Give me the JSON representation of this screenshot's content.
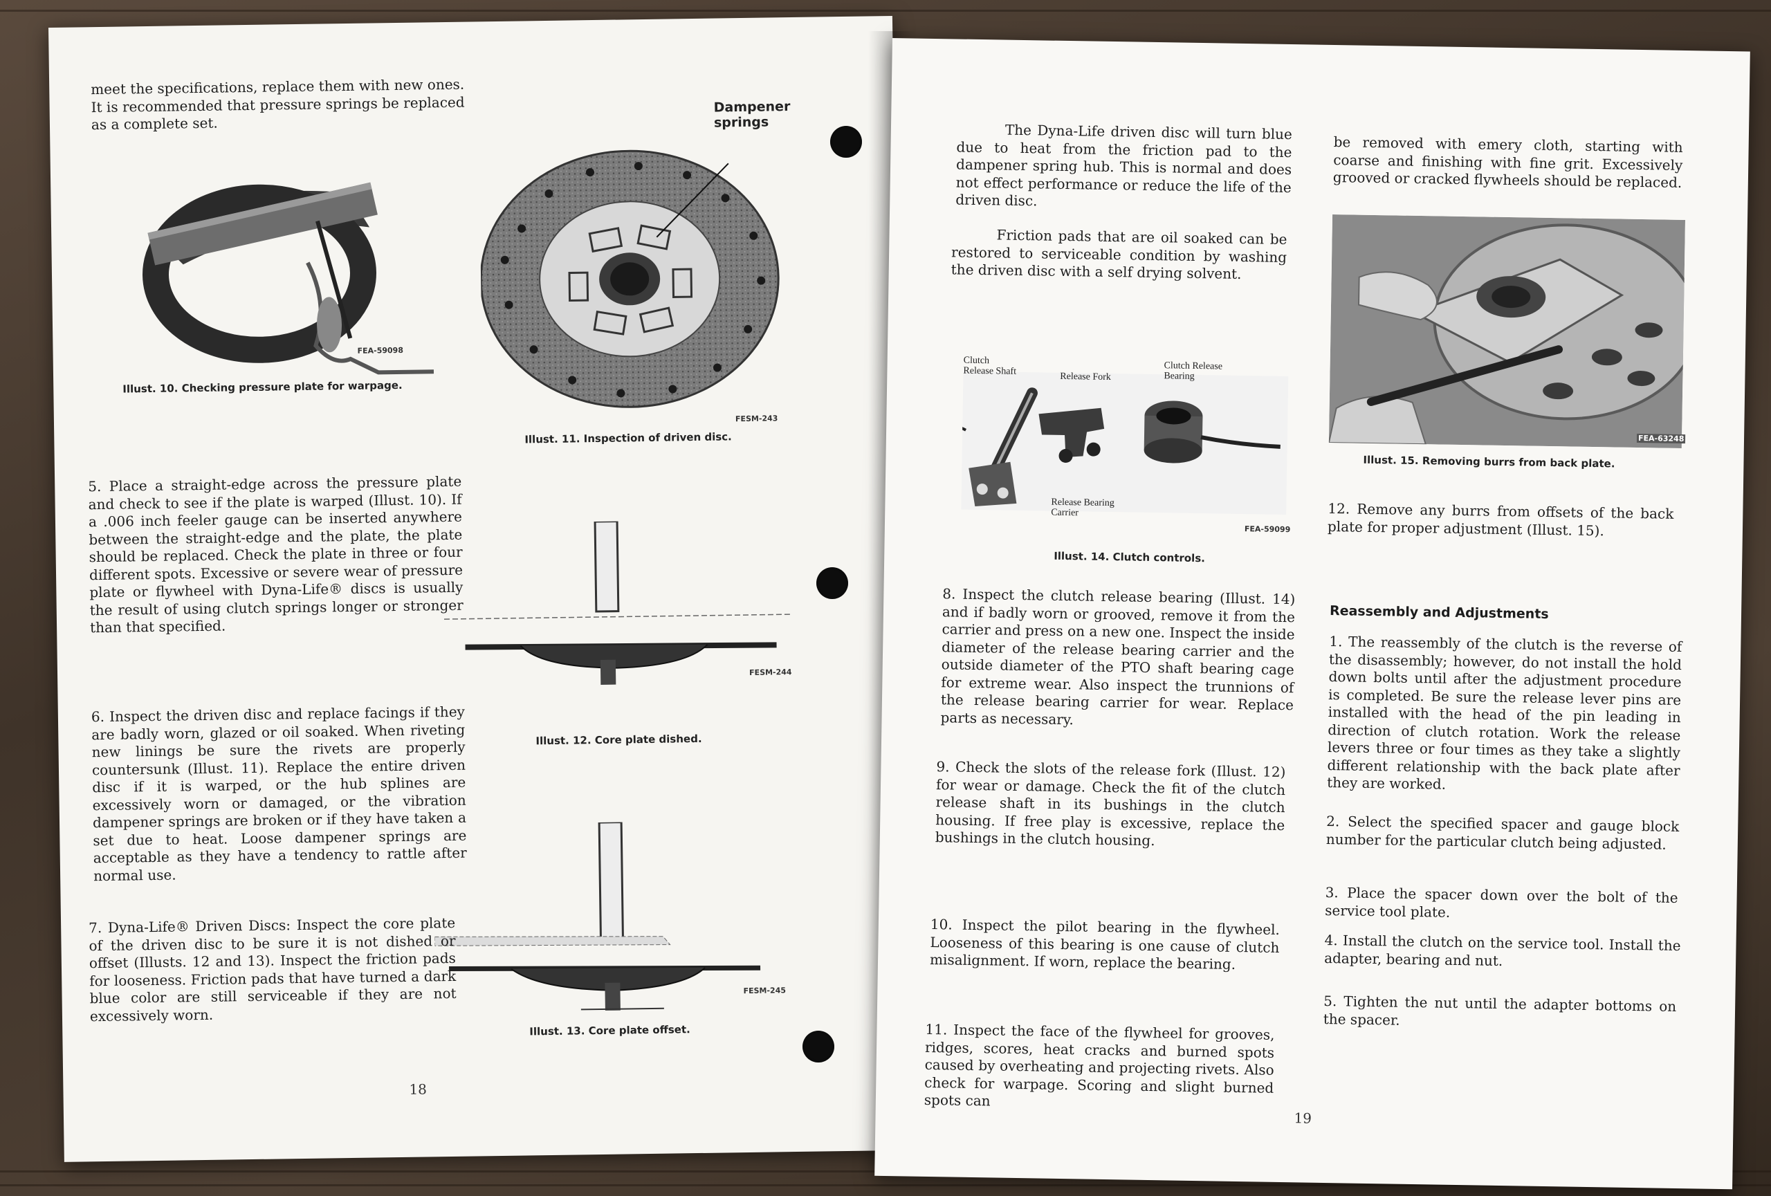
{
  "left_page": {
    "intro_para": "meet the specifications, replace them with new ones. It is recommended that pressure springs be replaced as a complete set.",
    "para_5": "5. Place a straight-edge across the pressure plate and check to see if the plate is warped (Illust. 10). If a .006 inch feeler gauge can be inserted anywhere between the straight-edge and the plate, the plate should be replaced. Check the plate in three or four different spots. Excessive or severe wear of pressure plate or flywheel with Dyna-Life® discs is usually the result of using clutch springs longer or stronger than that specified.",
    "para_6": "6. Inspect the driven disc and replace facings if they are badly worn, glazed or oil soaked. When riveting new linings be sure the rivets are properly countersunk (Illust. 11). Replace the entire driven disc if it is warped, or the hub splines are excessively worn or damaged, or the vibration dampener springs are broken or if they have taken a set due to heat. Loose dampener springs are acceptable as they have a tendency to rattle after normal use.",
    "para_7": "7. Dyna-Life® Driven Discs: Inspect the core plate of the driven disc to be sure it is not dished or offset (Illusts. 12 and 13). Inspect the friction pads for looseness. Friction pads that have turned a dark blue color are still serviceable if they are not excessively worn.",
    "illust_10": {
      "caption": "Illust. 10. Checking pressure plate for warpage.",
      "code": "FEA-59098"
    },
    "illust_11": {
      "caption": "Illust. 11. Inspection of driven disc.",
      "code": "FESM-243",
      "label": "Dampener springs"
    },
    "illust_12": {
      "caption": "Illust. 12. Core plate dished.",
      "code": "FESM-244"
    },
    "illust_13": {
      "caption": "Illust. 13. Core plate offset.",
      "code": "FESM-245"
    },
    "page_number": "18"
  },
  "right_page": {
    "para_a": "The Dyna-Life driven disc will turn blue due to heat from the friction pad to the dampener spring hub. This is normal and does not effect performance or reduce the life of the driven disc.",
    "para_b": "Friction pads that are oil soaked can be restored to serviceable condition by washing the driven disc with a self drying solvent.",
    "illust_14": {
      "caption": "Illust. 14. Clutch controls.",
      "code": "FEA-59099",
      "labels": {
        "release_shaft": "Clutch Release Shaft",
        "release_fork": "Release Fork",
        "release_bearing": "Clutch Release Bearing",
        "bearing_carrier": "Release Bearing Carrier"
      }
    },
    "para_8": "8. Inspect the clutch release bearing (Illust. 14) and if badly worn or grooved, remove it from the carrier and press on a new one. Inspect the inside diameter of the release bearing carrier and the outside diameter of the PTO shaft bearing cage for extreme wear. Also inspect the trunnions of the release bearing carrier for wear. Replace parts as necessary.",
    "para_9": "9. Check the slots of the release fork (Illust. 12) for wear or damage. Check the fit of the clutch release shaft in its bushings in the clutch housing. If free play is excessive, replace the bushings in the clutch housing.",
    "para_10": "10. Inspect the pilot bearing in the flywheel. Looseness of this bearing is one cause of clutch misalignment. If worn, replace the bearing.",
    "para_11": "11. Inspect the face of the flywheel for grooves, ridges, scores, heat cracks and burned spots caused by overheating and projecting rivets. Also check for warpage. Scoring and slight burned spots can",
    "para_cont": "be removed with emery cloth, starting with coarse and finishing with fine grit. Excessively grooved or cracked flywheels should be replaced.",
    "illust_15": {
      "caption": "Illust. 15. Removing burrs from back plate.",
      "code": "FEA-63248"
    },
    "para_12": "12. Remove any burrs from offsets of the back plate for proper adjustment (Illust. 15).",
    "heading": "Reassembly and Adjustments",
    "step_1": "1. The reassembly of the clutch is the reverse of the disassembly; however, do not install the hold down bolts until after the adjustment procedure is completed. Be sure the release lever pins are installed with the head of the pin leading in direction of clutch rotation. Work the release levers three or four times as they take a slightly different relationship with the back plate after they are worked.",
    "step_2": "2. Select the specified spacer and gauge block number for the particular clutch being adjusted.",
    "step_3": "3. Place the spacer down over the bolt of the service tool plate.",
    "step_4": "4. Install the clutch on the service tool. Install the adapter, bearing and nut.",
    "step_5": "5. Tighten the nut until the adapter bottoms on the spacer.",
    "page_number": "19"
  }
}
